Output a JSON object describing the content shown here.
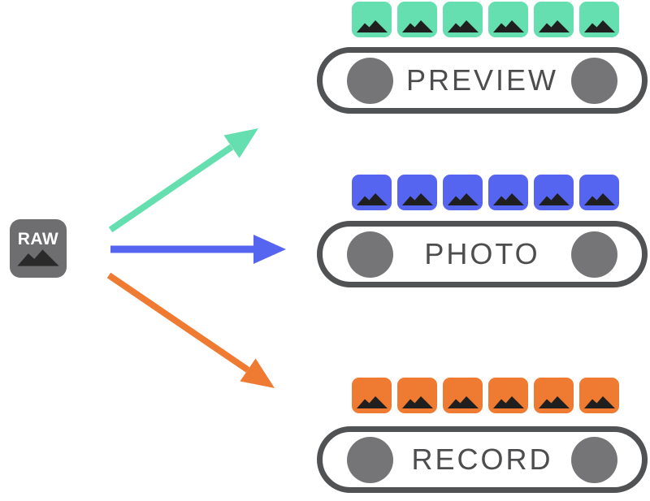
{
  "diagram_title": "raw-stream-pipeline",
  "source": {
    "label": "RAW",
    "box_color": "#6E6E70",
    "text_color": "#ffffff",
    "mountain_color": "#2A2A2A",
    "icon": "raw-image-icon"
  },
  "streams": [
    {
      "id": "preview",
      "label": "PREVIEW",
      "color": "#65DFAF",
      "frame_count": 6,
      "frame_icon": "image-mountain-icon"
    },
    {
      "id": "photo",
      "label": "PHOTO",
      "color": "#5565F0",
      "frame_count": 6,
      "frame_icon": "image-mountain-icon"
    },
    {
      "id": "record",
      "label": "RECORD",
      "color": "#EF7B33",
      "frame_count": 6,
      "frame_icon": "image-mountain-icon"
    }
  ],
  "arrows": [
    {
      "from": "raw",
      "to": "preview",
      "direction": "up-right"
    },
    {
      "from": "raw",
      "to": "photo",
      "direction": "right"
    },
    {
      "from": "raw",
      "to": "record",
      "direction": "down-right"
    }
  ],
  "pill": {
    "stroke_color": "#515254",
    "roller_color": "#757578",
    "label_color": "#4D4D4F"
  }
}
